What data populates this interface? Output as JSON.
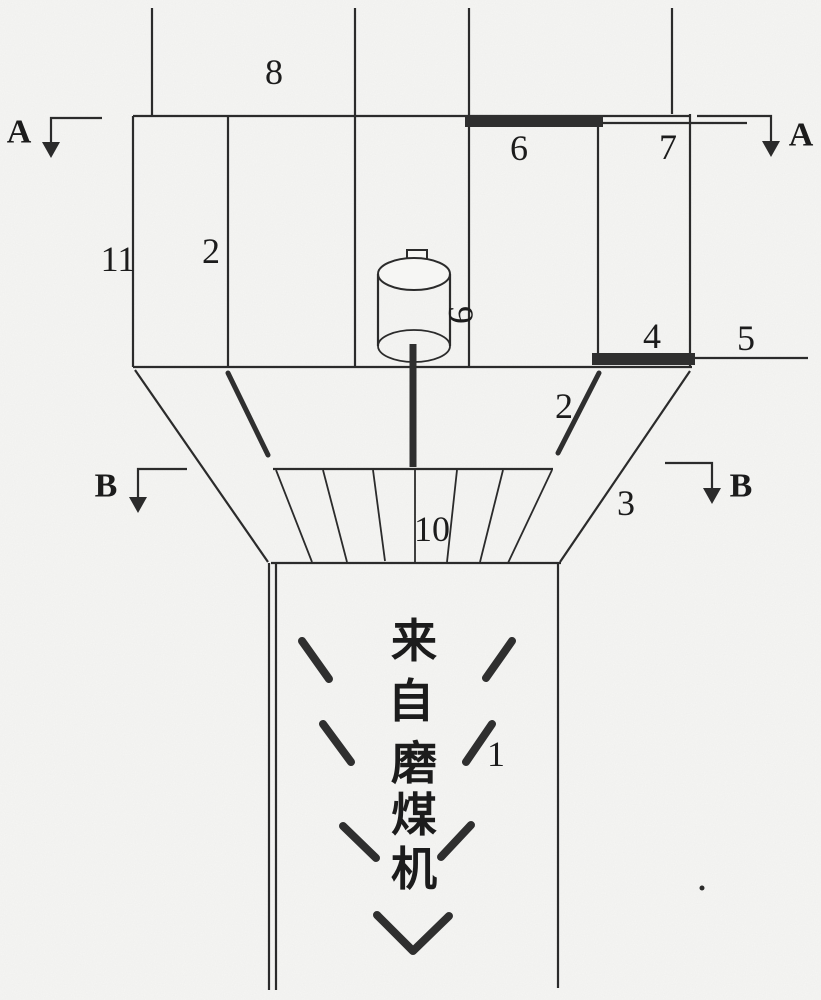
{
  "figure": {
    "kind": "patent-technical-diagram",
    "colors": {
      "background": "#f6f6f4",
      "line": "#2b2b2b",
      "bar": "#2f2f2f",
      "text": "#1c1c1c"
    }
  },
  "section_markers": {
    "a": "A",
    "b": "B"
  },
  "part_labels": {
    "p1": "1",
    "p2_upper": "2",
    "p2_lower": "2",
    "p3": "3",
    "p4": "4",
    "p5": "5",
    "p6": "6",
    "p7": "7",
    "p8": "8",
    "p9": "9",
    "p10": "10",
    "p11": "11"
  },
  "duct_text": {
    "full": "来自磨煤机",
    "chars": [
      "来",
      "自",
      "磨",
      "煤",
      "机"
    ]
  }
}
